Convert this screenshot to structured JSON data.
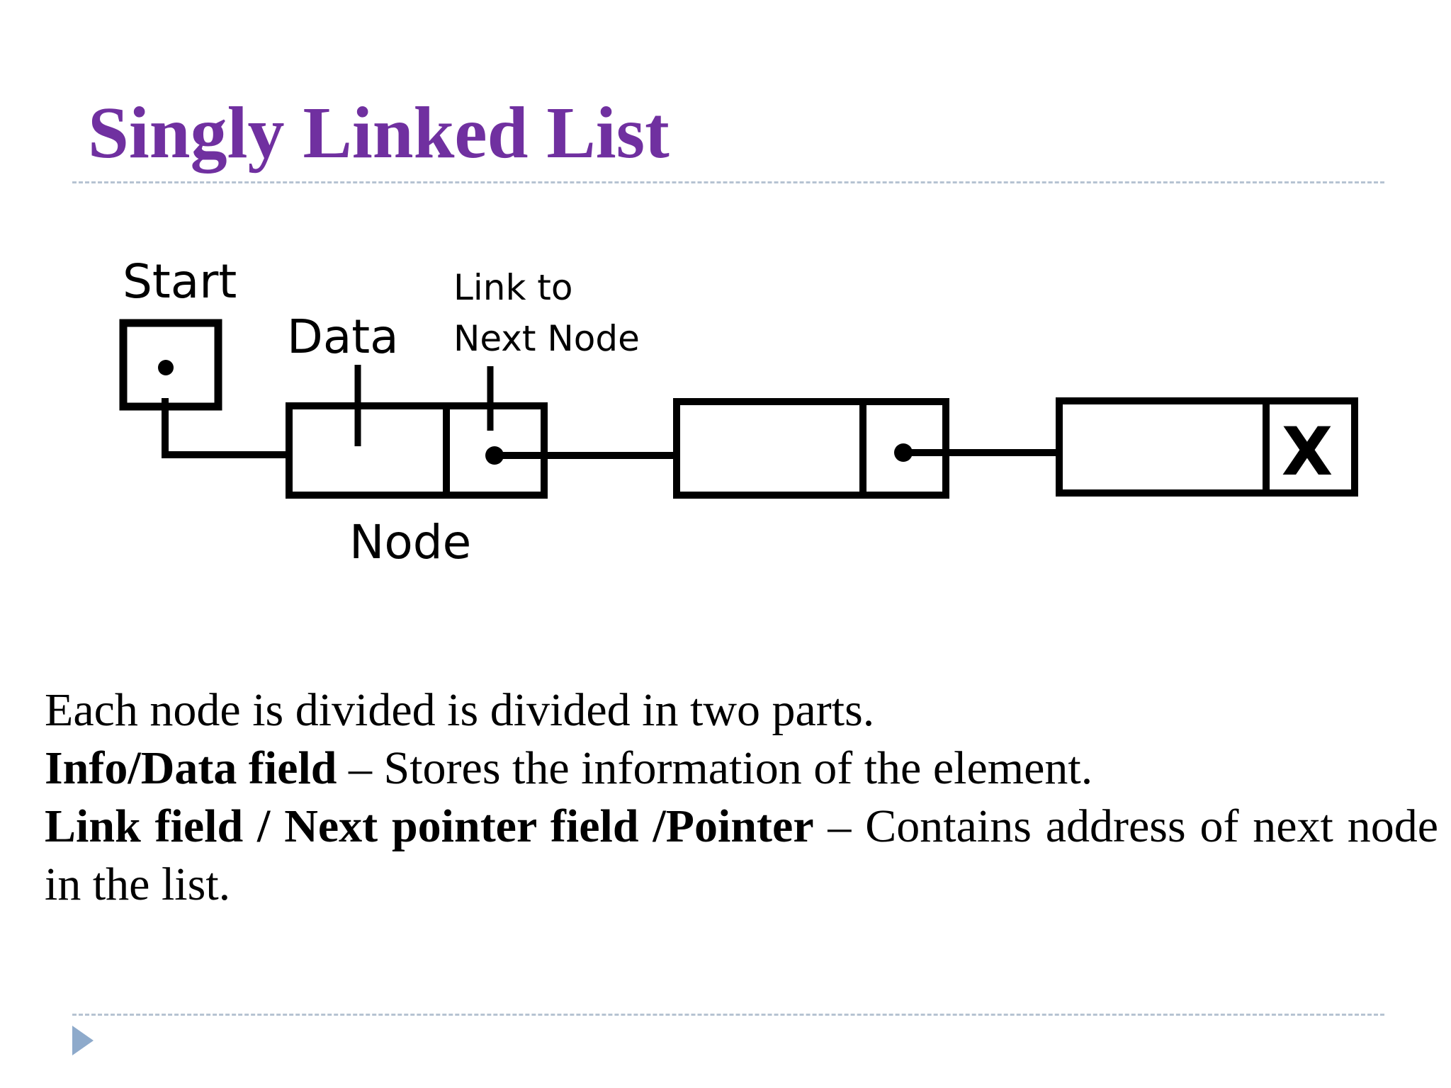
{
  "slide": {
    "title": "Singly Linked List",
    "title_color": "#7030a0"
  },
  "diagram": {
    "start_label": "Start",
    "data_label": "Data",
    "link_label_line1": "Link to",
    "link_label_line2": "Next Node",
    "node_label": "Node",
    "null_marker": "X",
    "node_count": 3
  },
  "body": {
    "line1": "Each node is divided is divided in two parts.",
    "info_term": "Info/Data field",
    "info_desc": " – Stores the information of the element.",
    "link_term": "Link field / Next pointer field /Pointer",
    "link_desc": " – Contains address of next node in the list."
  },
  "nav": {
    "icon": "play-arrow-icon",
    "color": "#8eaacb"
  }
}
